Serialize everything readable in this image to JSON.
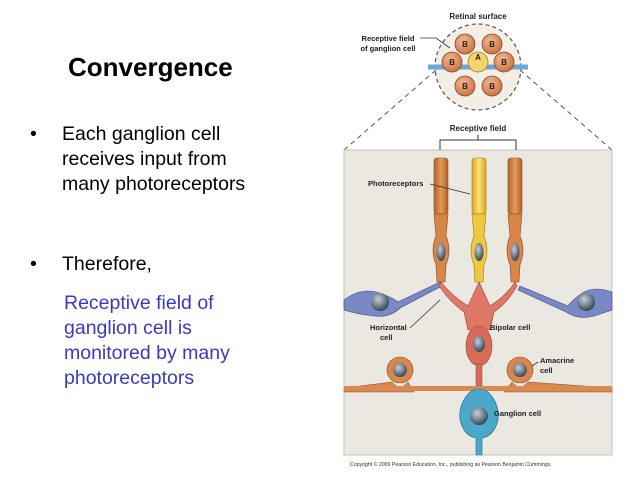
{
  "slide": {
    "title": "Convergence",
    "bullet_symbol": "•",
    "bullet1": "Each ganglion cell\nreceives input from\nmany photoreceptors",
    "bullet2": "Therefore,",
    "sub_text": "Receptive field of\nganglion cell is\nmonitored by many\nphotoreceptors"
  },
  "figure": {
    "retinal_surface_label": "Retinal surface",
    "receptive_field_ganglion_label_line1": "Receptive field",
    "receptive_field_ganglion_label_line2": "of ganglion cell",
    "circle_b": "B",
    "circle_a": "A",
    "receptive_field_label": "Receptive field",
    "photoreceptors_label": "Photoreceptors",
    "horizontal_cell_line1": "Horizontal",
    "horizontal_cell_line2": "cell",
    "bipolar_cell_label": "Bipolar cell",
    "amacrine_cell_line1": "Amacrine",
    "amacrine_cell_line2": "cell",
    "ganglion_cell_label": "Ganglion cell",
    "copyright": "Copyright © 2009 Pearson Education, Inc., publishing as Pearson Benjamin Cummings."
  },
  "colors": {
    "rod_orange": "#d9884a",
    "rod_yellow": "#f2d04a",
    "bipolar": "#d86a5a",
    "horizontal": "#6a7ab8",
    "ganglion": "#4aa8c8",
    "sub_text": "#3a3ac0"
  }
}
